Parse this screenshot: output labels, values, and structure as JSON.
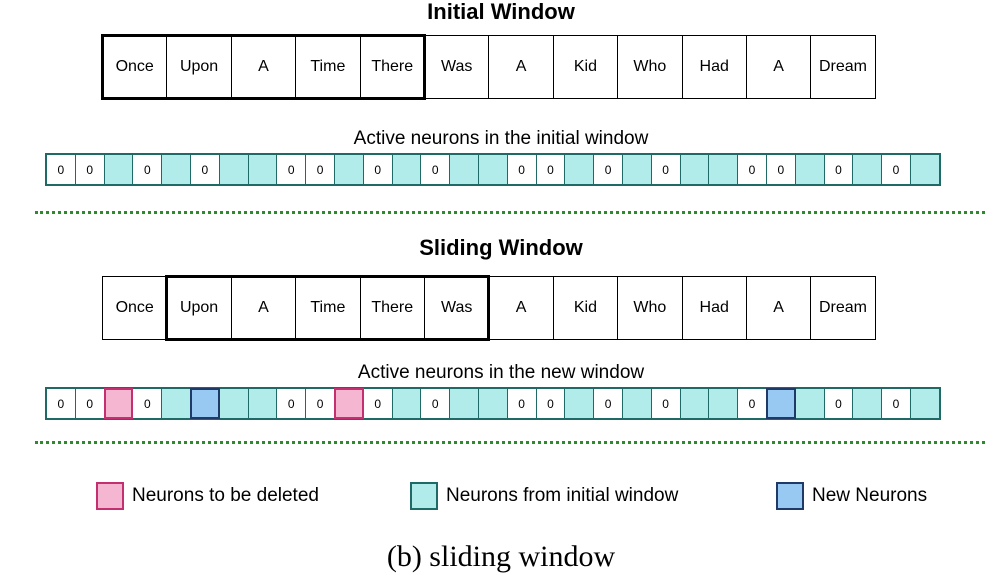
{
  "initial": {
    "title": "Initial Window",
    "tokens": [
      "Once",
      "Upon",
      "A",
      "Time",
      "There",
      "Was",
      "A",
      "Kid",
      "Who",
      "Had",
      "A",
      "Dream"
    ],
    "window_start": 0,
    "window_size": 5,
    "neurons_title": "Active neurons in the initial window",
    "neurons": [
      "0",
      "0",
      "a",
      "0",
      "a",
      "0",
      "a",
      "a",
      "0",
      "0",
      "a",
      "0",
      "a",
      "0",
      "a",
      "a",
      "0",
      "0",
      "a",
      "0",
      "a",
      "0",
      "a",
      "a",
      "0",
      "0",
      "a",
      "0",
      "a",
      "0",
      "a"
    ]
  },
  "sliding": {
    "title": "Sliding Window",
    "tokens": [
      "Once",
      "Upon",
      "A",
      "Time",
      "There",
      "Was",
      "A",
      "Kid",
      "Who",
      "Had",
      "A",
      "Dream"
    ],
    "window_start": 1,
    "window_size": 5,
    "neurons_title": "Active neurons in the new window",
    "neurons": [
      "0",
      "0",
      "d",
      "0",
      "a",
      "n",
      "a",
      "a",
      "0",
      "0",
      "d",
      "0",
      "a",
      "0",
      "a",
      "a",
      "0",
      "0",
      "a",
      "0",
      "a",
      "0",
      "a",
      "a",
      "0",
      "n",
      "a",
      "0",
      "a",
      "0",
      "a"
    ]
  },
  "legend": {
    "deleted": "Neurons to be deleted",
    "active": "Neurons from initial window",
    "new": "New Neurons"
  },
  "colors": {
    "deleted_fill": "#f5b6d2",
    "active_fill": "#b2ecea",
    "new_fill": "#97c9f2",
    "divider": "#2d8a2d"
  },
  "caption": "(b) sliding window"
}
